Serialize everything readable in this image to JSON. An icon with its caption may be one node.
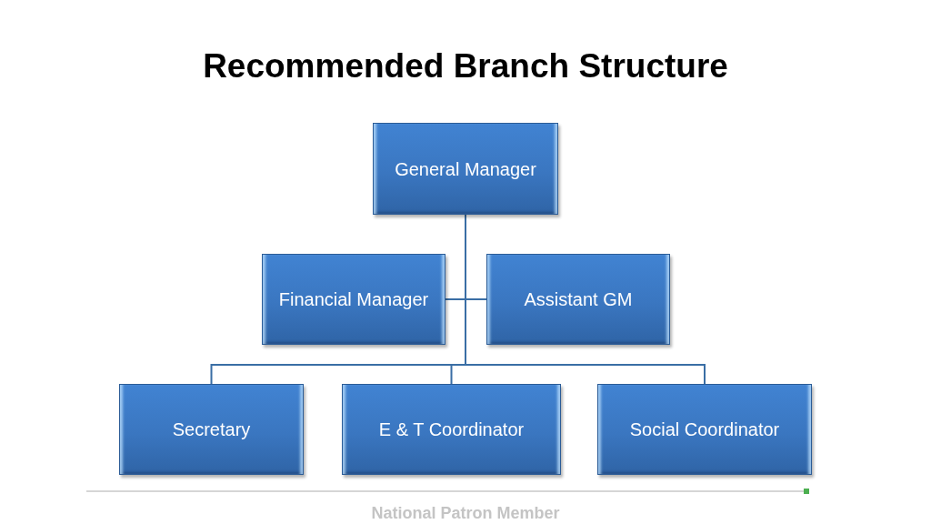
{
  "diagram": {
    "title": "Recommended Branch Structure",
    "nodes": [
      {
        "text": [
          "General Manager"
        ]
      },
      {
        "text": [
          "Financial Manager"
        ]
      },
      {
        "text": [
          "Assistant GM"
        ]
      },
      {
        "text": [
          "Secretary"
        ]
      },
      {
        "text": [
          "E & T Coordinator"
        ]
      },
      {
        "text": [
          "Social Coordinator"
        ]
      }
    ],
    "edges": [
      {
        "from": 0,
        "to": 1,
        "arrow": "none"
      },
      {
        "from": 0,
        "to": 2,
        "arrow": "none"
      },
      {
        "from": 0,
        "to": 3,
        "arrow": "none"
      },
      {
        "from": 0,
        "to": 4,
        "arrow": "none"
      },
      {
        "from": 0,
        "to": 5,
        "arrow": "none"
      }
    ],
    "labels": [
      "National Patron Member"
    ]
  }
}
